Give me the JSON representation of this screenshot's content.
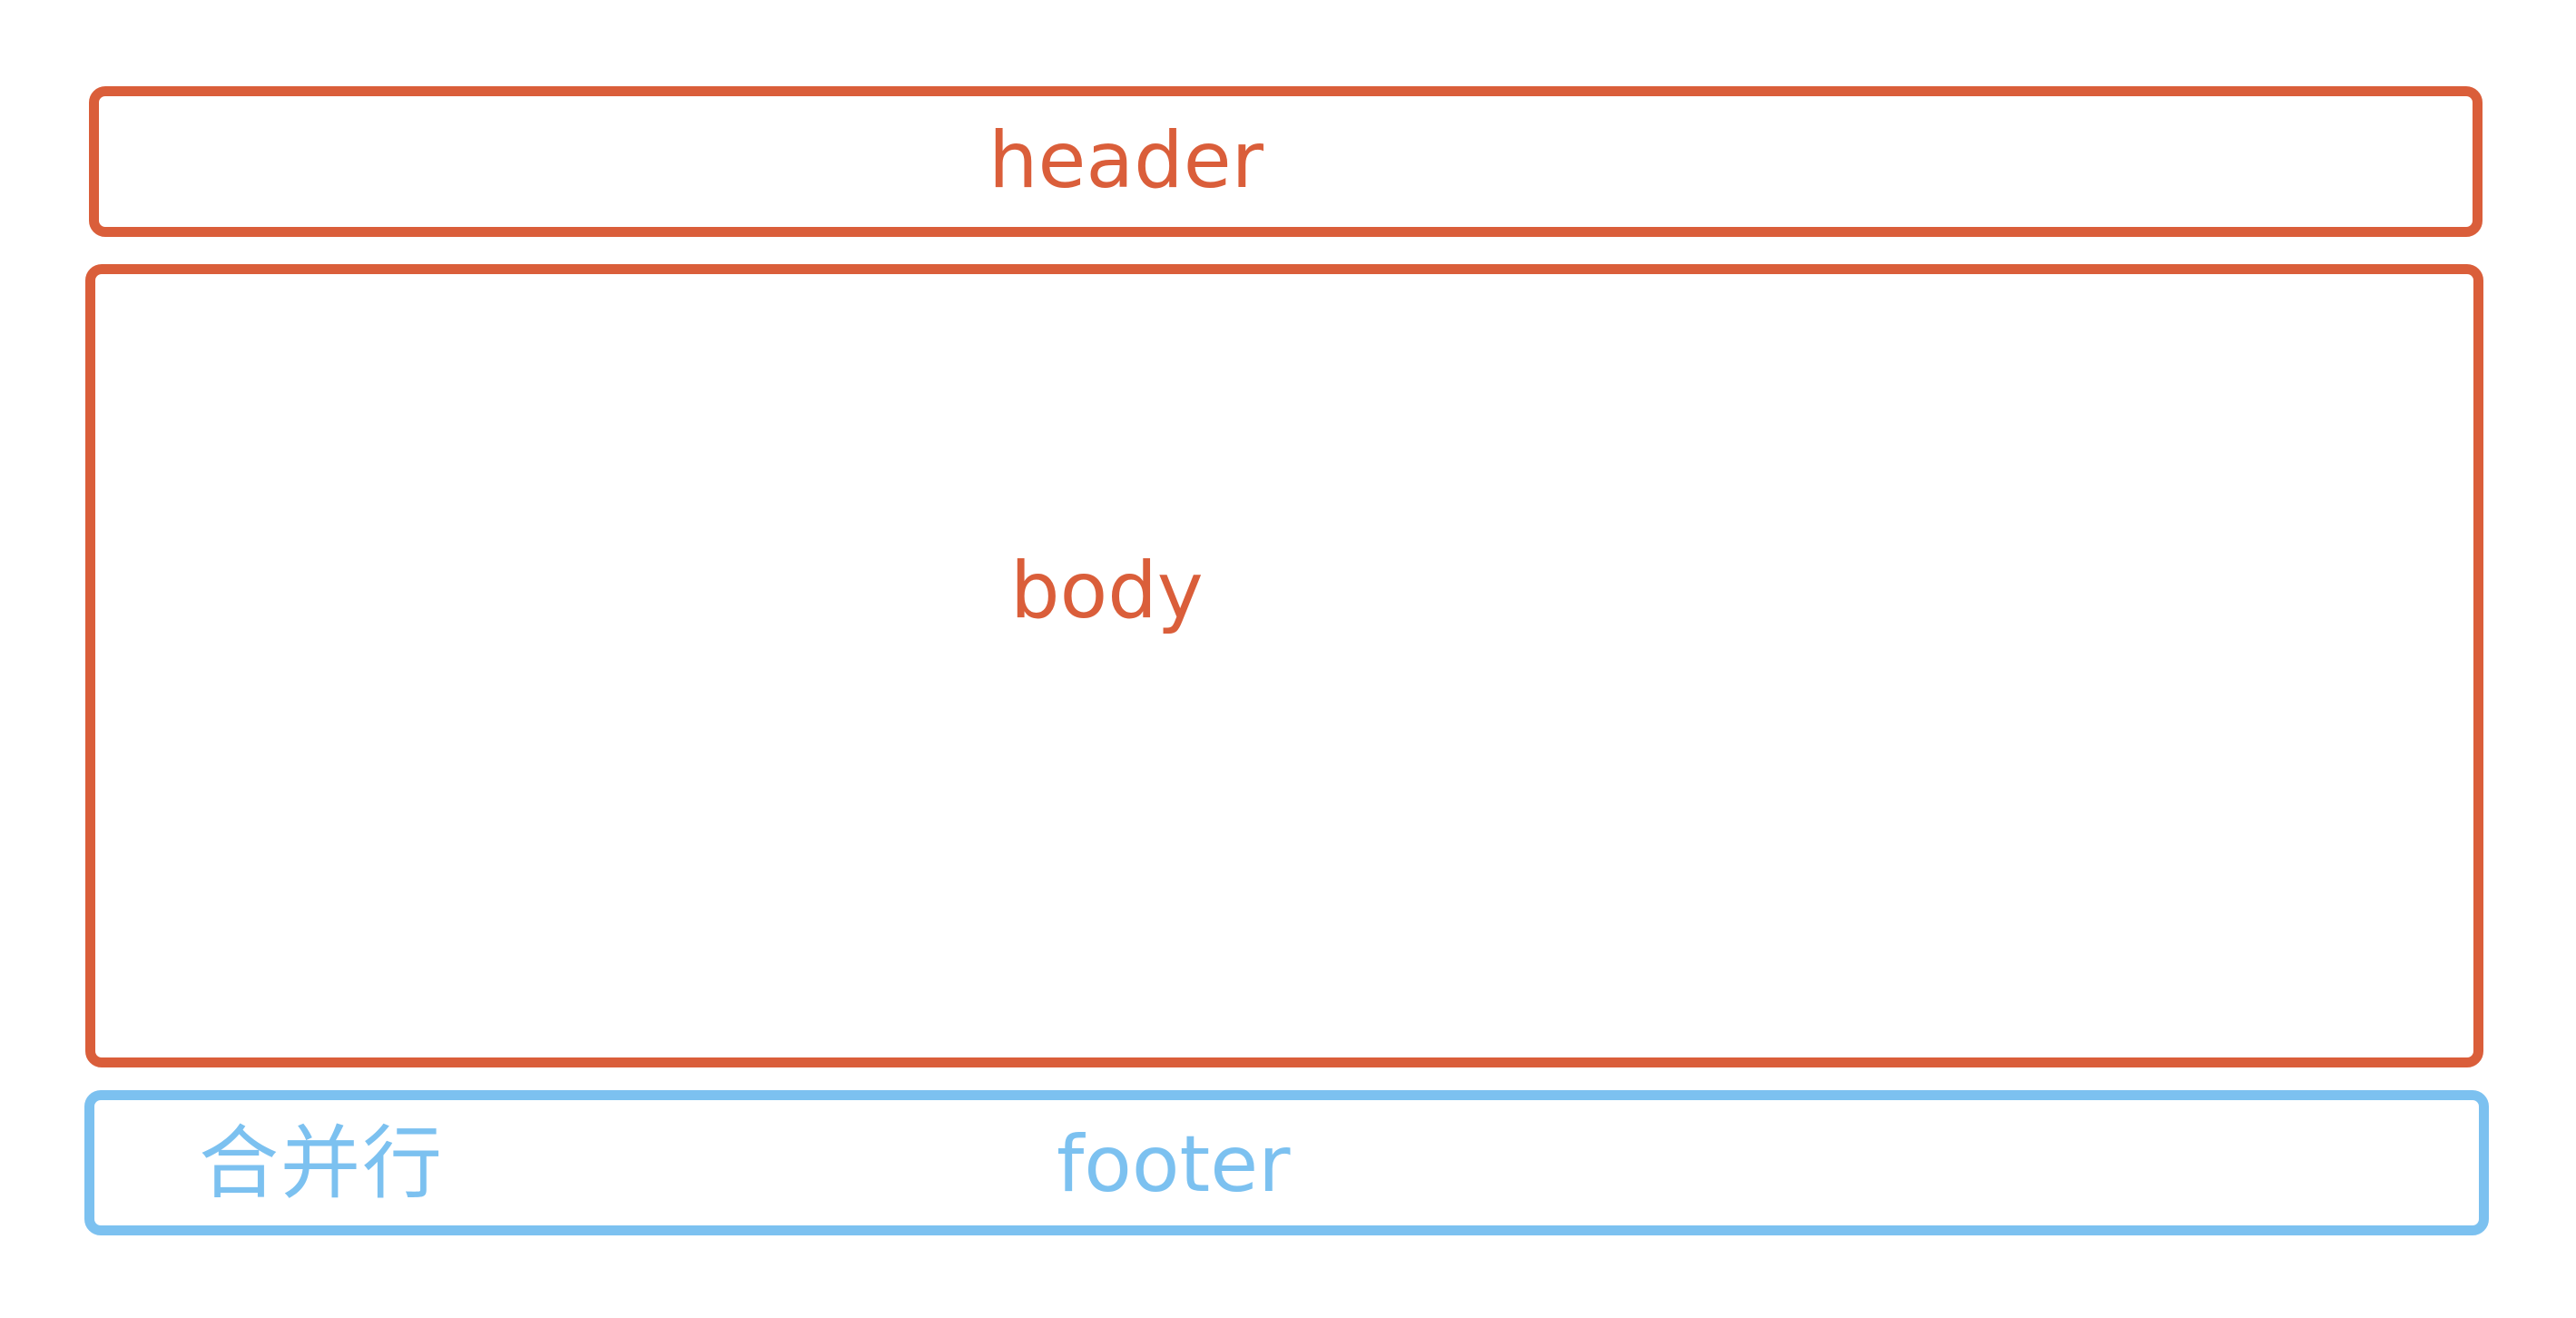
{
  "colors": {
    "accent": "#DA5E3A",
    "footer_accent": "#7CC1F0"
  },
  "header": {
    "label": "header"
  },
  "body_region": {
    "label": "body"
  },
  "footer": {
    "label": "footer",
    "merge_label": "合并行"
  }
}
